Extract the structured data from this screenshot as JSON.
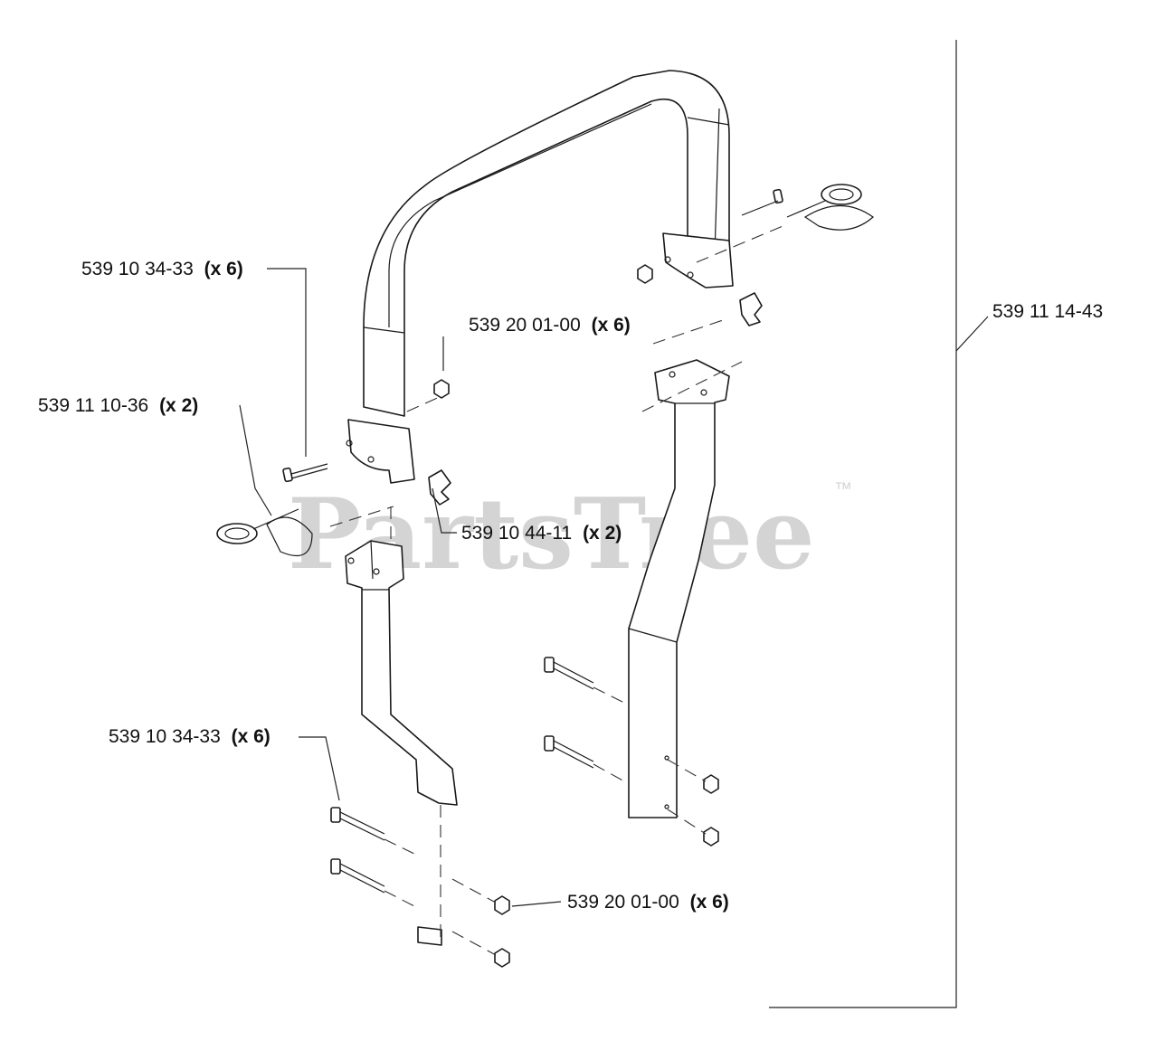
{
  "watermark": {
    "text": "PartsTree",
    "tm": "™"
  },
  "callouts": [
    {
      "id": "bolt-upper",
      "part": "539 10 34-33",
      "qty": "(x 6)"
    },
    {
      "id": "nut-upper",
      "part": "539 20 01-00",
      "qty": "(x 6)"
    },
    {
      "id": "pin-left",
      "part": "539 11 10-36",
      "qty": "(x 2)"
    },
    {
      "id": "knob",
      "part": "539 10 44-11",
      "qty": "(x 2)"
    },
    {
      "id": "bolt-lower",
      "part": "539 10 34-33",
      "qty": "(x 6)"
    },
    {
      "id": "nut-lower",
      "part": "539 20 01-00",
      "qty": "(x 6)"
    },
    {
      "id": "assembly",
      "part": "539 11 14-43",
      "qty": ""
    }
  ]
}
